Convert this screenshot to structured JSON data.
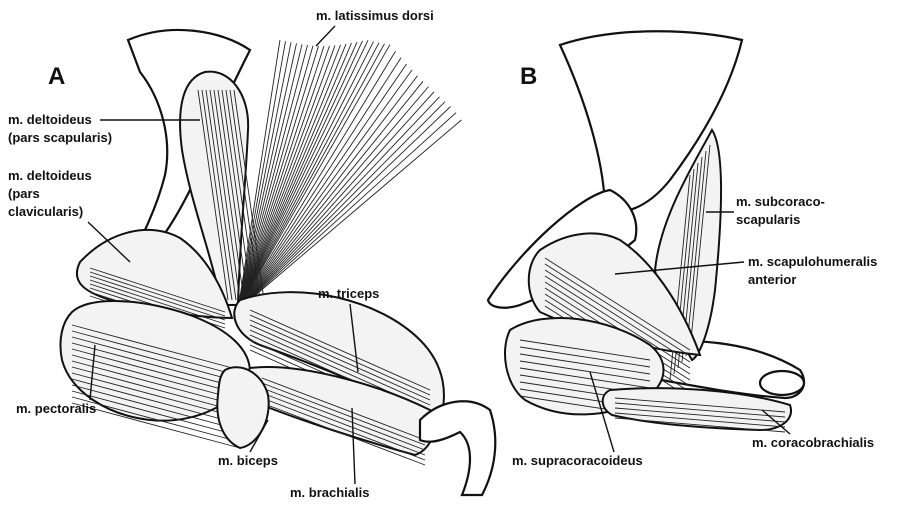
{
  "panels": {
    "a": "A",
    "b": "B"
  },
  "labels": {
    "latissimus": "m. latissimus dorsi",
    "delt_scap_1": "m. deltoideus",
    "delt_scap_2": "(pars scapularis)",
    "delt_clav_1": "m. deltoideus",
    "delt_clav_2": "(pars",
    "delt_clav_3": "clavicularis)",
    "triceps": "m. triceps",
    "pectoralis": "m. pectoralis",
    "biceps": "m. biceps",
    "brachialis": "m. brachialis",
    "subcoraco_1": "m. subcoraco-",
    "subcoraco_2": "scapularis",
    "scapulo_1": "m. scapulohumeralis",
    "scapulo_2": "anterior",
    "coracobrachialis": "m. coracobrachialis",
    "supracoracoideus": "m. supracoracoideus"
  }
}
